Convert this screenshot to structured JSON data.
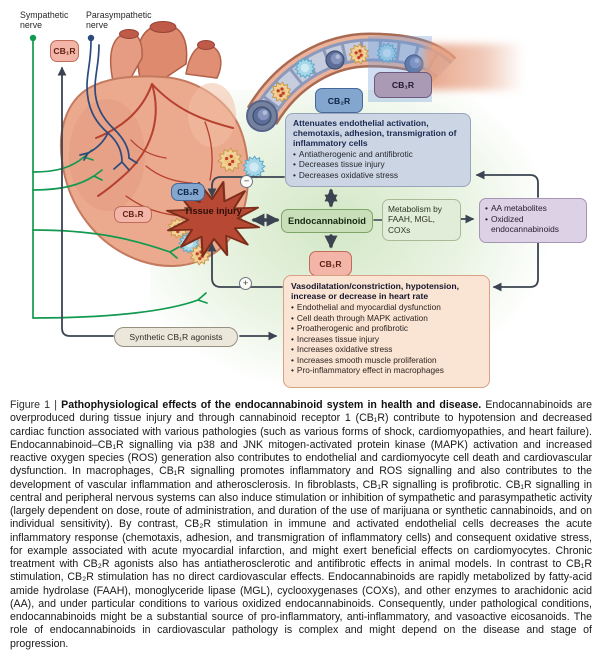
{
  "diagram": {
    "nerve_labels": {
      "sympathetic": "Sympathetic\nnerve",
      "parasympathetic": "Parasympathetic\nnerve"
    },
    "receptors": {
      "cb1_nerve": "CB₁R",
      "cb2_vessel": "CB₂R",
      "cb1_vessel": "CB₁R",
      "cb2_heart": "CB₂R",
      "cb1_heart": "CB₁R",
      "cb1_central": "CB₁R"
    },
    "tissue_injury": "Tissue injury",
    "endocannabinoid": "Endocannabinoid",
    "synthetic_agonists": "Synthetic CB₁R agonists",
    "signs": {
      "minus": "−",
      "plus": "+"
    },
    "boxes": {
      "cb2_effects": {
        "title": "Attenuates endothelial activation, chemotaxis, adhesion, transmigration of inflammatory cells",
        "bullets": [
          "Antiatherogenic and antifibrotic",
          "Decreases tissue injury",
          "Decreases oxidative stress"
        ]
      },
      "metabolism": {
        "text": "Metabolism by FAAH, MGL, COXs"
      },
      "metabolites": {
        "bullets": [
          "AA metabolites",
          "Oxidized endocannabinoids"
        ]
      },
      "cb1_effects": {
        "title": "Vasodilatation/constriction, hypotension, increase or decrease in heart rate",
        "bullets": [
          "Endothelial and myocardial dysfunction",
          "Cell death through MAPK activation",
          "Proatherogenic and profibrotic",
          "Increases tissue injury",
          "Increases oxidative stress",
          "Increases smooth muscle proliferation",
          "Pro-inflammatory effect in macrophages"
        ]
      }
    },
    "colors": {
      "cb1_receptor": "#f3b5a8",
      "cb2_receptor": "#82a6cd",
      "cb1_vessel_receptor": "#aa9ab3",
      "endocannabinoid_box": "#c8dfba",
      "cb2_effects_box": "#ccd5e3",
      "cb1_effects_box": "#fae4d4",
      "metabolism_box": "#e1ecd9",
      "metabolites_box": "#dcd1e5",
      "sympathetic_nerve": "#119a50",
      "parasympathetic_nerve": "#2b4a7d",
      "tissue_injury": "#bc4d36"
    }
  },
  "caption": {
    "label": "Figure 1 | ",
    "title": "Pathophysiological effects of the endocannabinoid system in health and disease.",
    "body": " Endocannabinoids are overproduced during tissue injury and through cannabinoid receptor 1 (CB₁R) contribute to hypotension and decreased cardiac function associated with various pathologies (such as various forms of shock, cardiomyopathies, and heart failure). Endocannabinoid–CB₁R signalling via p38 and JNK mitogen-activated protein kinase (MAPK) activation and increased reactive oxygen species (ROS) generation also contributes to endothelial and cardiomyocyte cell death and cardiovascular dysfunction. In macrophages, CB₁R signalling promotes inflammatory and ROS signalling and also contributes to the development of vascular inflammation and atherosclerosis. In fibroblasts, CB₁R signalling is profibrotic. CB₁R signalling in central and peripheral nervous systems can also induce stimulation or inhibition of sympathetic and parasympathetic activity (largely dependent on dose, route of administration, and duration of the use of marijuana or synthetic cannabinoids, and on individual sensitivity). By contrast, CB₂R stimulation in immune and activated endothelial cells decreases the acute inflammatory response (chemotaxis, adhesion, and transmigration of inflammatory cells) and consequent oxidative stress, for example associated with acute myocardial infarction, and might exert beneficial effects on cardiomyocytes. Chronic treatment with CB₂R agonists also has antiatherosclerotic and antifibrotic effects in animal models. In contrast to CB₁R stimulation, CB₂R stimulation has no direct cardiovascular effects. Endocannabinoids are rapidly metabolized by fatty-acid amide hydrolase (FAAH), monoglyceride lipase (MGL), cyclooxygenases (COXs), and other enzymes to arachidonic acid (AA), and under particular conditions to various oxidized endocannabinoids. Consequently, under pathological conditions, endocannabinoids might be a substantial source of pro-inflammatory, anti-inflammatory, and vasoactive eicosanoids. The role of endocannabinoids in cardiovascular pathology is complex and might depend on the disease and stage of progression."
  }
}
